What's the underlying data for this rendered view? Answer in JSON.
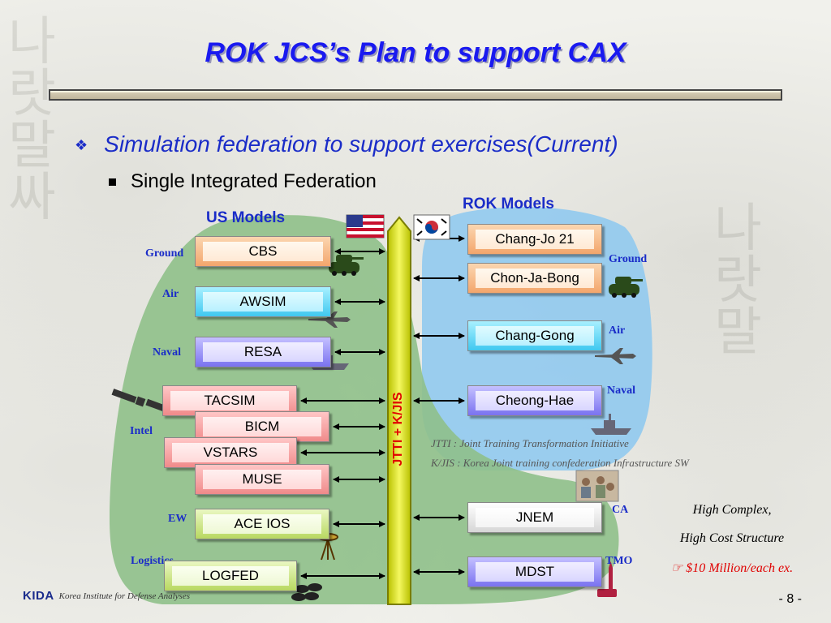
{
  "title": "ROK JCS’s Plan to support CAX",
  "bullet1": "Simulation federation to support exercises(Current)",
  "bullet2": "Single Integrated Federation",
  "us_header": "US Models",
  "rok_header": "ROK Models",
  "bus_label": "JTTI + K/JIS",
  "us_categories": {
    "ground": "Ground",
    "air": "Air",
    "naval": "Naval",
    "intel": "Intel",
    "ew": "EW",
    "logistics": "Logistics"
  },
  "rok_categories": {
    "ground": "Ground",
    "air": "Air",
    "naval": "Naval",
    "ca": "CA",
    "tmo": "TMO"
  },
  "us_models": {
    "cbs": "CBS",
    "awsim": "AWSIM",
    "resa": "RESA",
    "tacsim": "TACSIM",
    "bicm": "BICM",
    "vstars": "VSTARS",
    "muse": "MUSE",
    "ace_ios": "ACE IOS",
    "logfed": "LOGFED"
  },
  "rok_models": {
    "changjo": "Chang-Jo 21",
    "chonjabong": "Chon-Ja-Bong",
    "changgong": "Chang-Gong",
    "cheonghae": "Cheong-Hae",
    "jnem": "JNEM",
    "mdst": "MDST"
  },
  "notes": {
    "jtti": "JTTI : Joint Training Transformation Initiative",
    "kjis": "K/JIS : Korea Joint training confederation Infrastructure SW"
  },
  "cost": {
    "line1": "High Complex,",
    "line2": "High Cost Structure",
    "line3": "☞ $10 Million/each ex."
  },
  "footer": {
    "logo": "KIDA",
    "org": "Korea Institute for Defense Analyses",
    "page": "- 8 -"
  },
  "colors": {
    "title": "#1a1af0",
    "us_region": "#8fc08a",
    "rok_region": "#8cc8f0",
    "bus": "#d8e000",
    "label_red": "#e00000"
  }
}
